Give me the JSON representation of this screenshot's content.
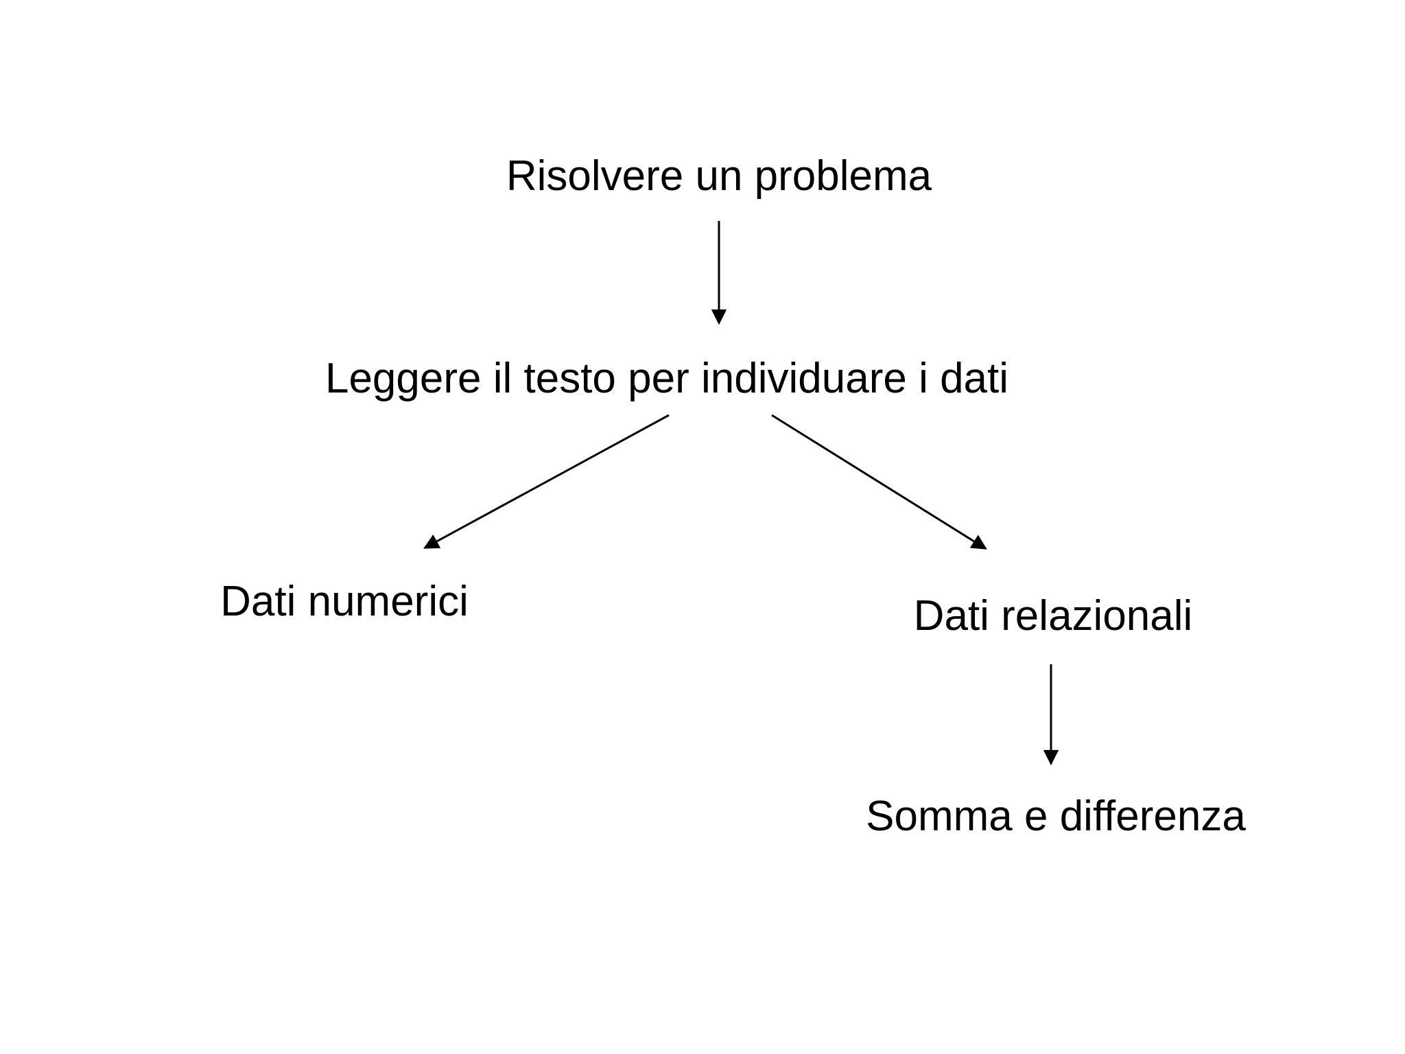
{
  "diagram": {
    "title": "Risolvere un problema",
    "background_color": "#ffffff",
    "text_color": "#000000",
    "arrow_color": "#000000",
    "nodes": [
      {
        "id": "root",
        "label": "Risolvere un problema"
      },
      {
        "id": "read",
        "label": "Leggere il testo per individuare i dati"
      },
      {
        "id": "numeric",
        "label": "Dati numerici"
      },
      {
        "id": "relational",
        "label": "Dati relazionali"
      },
      {
        "id": "sumdiff",
        "label": "Somma e differenza"
      }
    ],
    "edges": [
      {
        "from": "root",
        "to": "read",
        "direction": "down"
      },
      {
        "from": "read",
        "to": "numeric",
        "direction": "down-left"
      },
      {
        "from": "read",
        "to": "relational",
        "direction": "down-right"
      },
      {
        "from": "relational",
        "to": "sumdiff",
        "direction": "down"
      }
    ]
  }
}
